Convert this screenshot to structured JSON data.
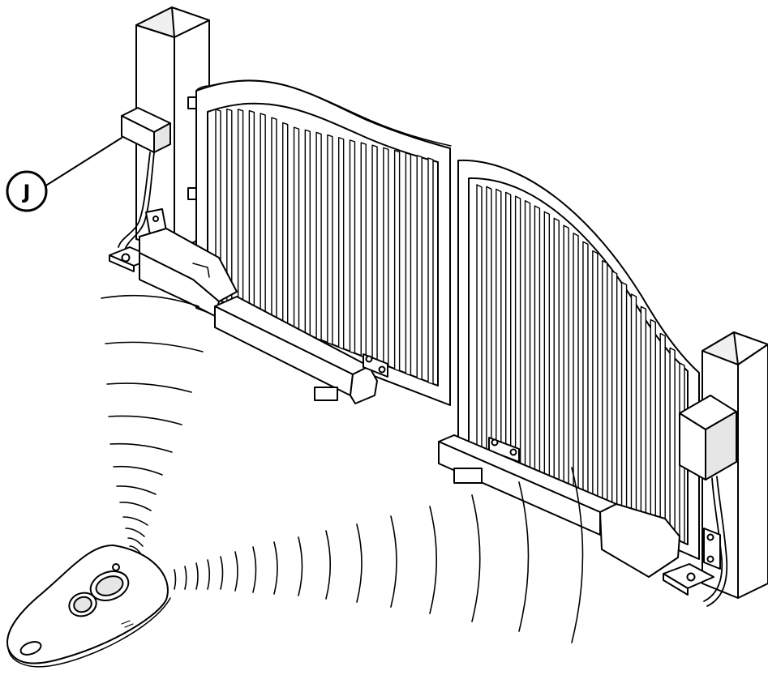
{
  "diagram": {
    "callout": {
      "label": "J"
    },
    "parts": [
      {
        "name": "control-box",
        "callout": "J"
      },
      {
        "name": "gate-left"
      },
      {
        "name": "gate-right"
      },
      {
        "name": "opener-left"
      },
      {
        "name": "opener-right"
      },
      {
        "name": "receiver-box"
      },
      {
        "name": "remote-transmitter"
      }
    ],
    "colors": {
      "stroke": "#000000",
      "background": "#ffffff",
      "shade": "#e6e6e6",
      "dark": "#8a8a8a"
    }
  }
}
